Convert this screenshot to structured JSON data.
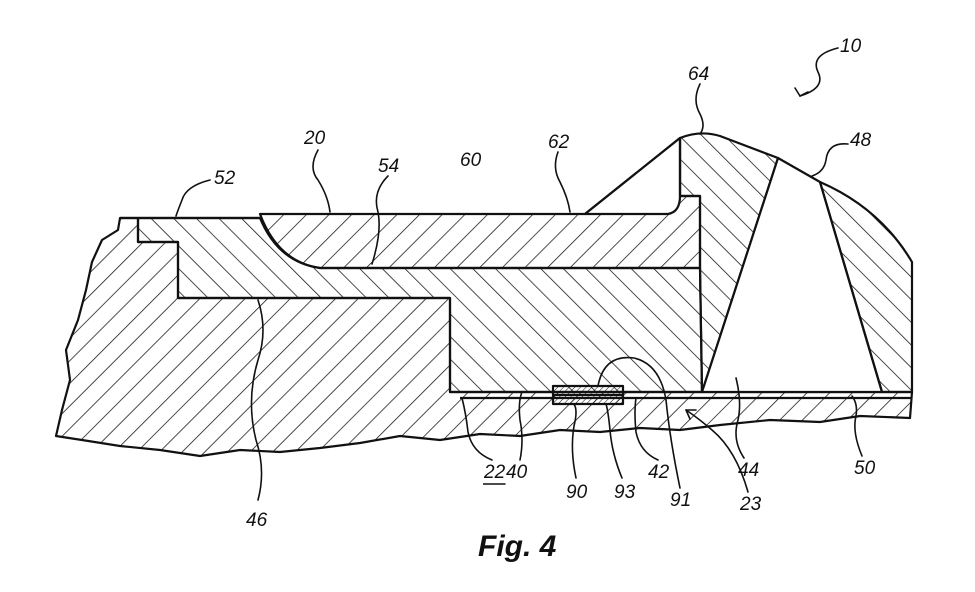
{
  "caption": "Fig. 4",
  "labels": {
    "ref_10": "10",
    "ref_20": "20",
    "ref_22": "22",
    "ref_23": "23",
    "ref_40": "40",
    "ref_42": "42",
    "ref_44": "44",
    "ref_46": "46",
    "ref_48": "48",
    "ref_50": "50",
    "ref_52": "52",
    "ref_54": "54",
    "ref_60": "60",
    "ref_62": "62",
    "ref_64": "64",
    "ref_90": "90",
    "ref_91": "91",
    "ref_93": "93"
  },
  "colors": {
    "ink": "#111111",
    "background": "#ffffff"
  }
}
